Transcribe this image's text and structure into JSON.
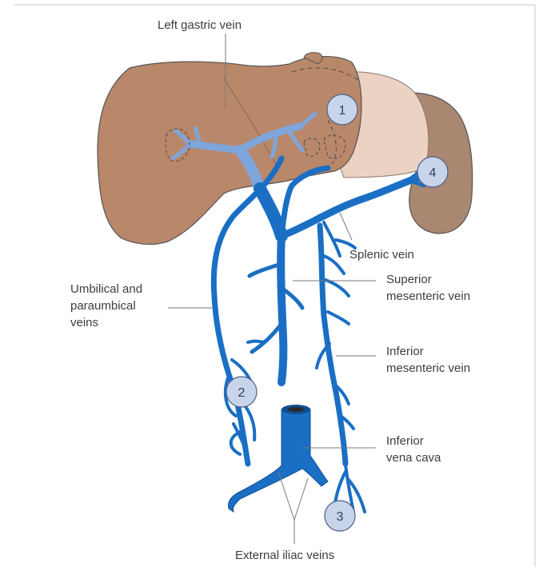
{
  "labels": {
    "left_gastric_vein": "Left gastric vein",
    "splenic_vein": "Splenic vein",
    "umbilical_line1": "Umbilical and",
    "umbilical_line2": "paraumbical",
    "umbilical_line3": "veins",
    "superior_line1": "Superior",
    "superior_line2": "mesenteric vein",
    "inferior_mes_line1": "Inferior",
    "inferior_mes_line2": "mesenteric vein",
    "ivc_line1": "Inferior",
    "ivc_line2": "vena cava",
    "external_iliac": "External iliac veins"
  },
  "markers": [
    "1",
    "2",
    "3",
    "4"
  ],
  "colors": {
    "liver": "#b9876a",
    "liver_outline": "#555555",
    "stomach": "#ecd2c2",
    "spleen": "#a98770",
    "vein": "#1a6fc4",
    "vein_light": "#7ea6dc",
    "badge_fill": "#c8d4ea"
  }
}
